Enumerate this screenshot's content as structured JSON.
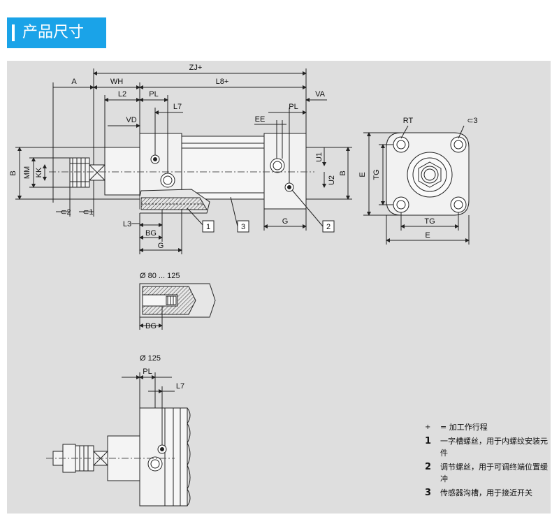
{
  "header": {
    "title": "产品尺寸"
  },
  "labels": {
    "zj": "ZJ+",
    "a": "A",
    "wh": "WH",
    "l8": "L8+",
    "l2": "L2",
    "pl": "PL",
    "l7": "L7",
    "vd": "VD",
    "va": "VA",
    "ee": "EE",
    "pl2": "PL",
    "b": "B",
    "mm": "MM",
    "kk": "KK",
    "u1": "U1",
    "u2": "U2",
    "b2": "B",
    "c2": "⊂2",
    "c1": "⊂1",
    "l3": "L3",
    "bg": "BG",
    "g": "G",
    "g2": "G",
    "n1": "1",
    "n3": "3",
    "n2": "2",
    "rt": "RT",
    "c3": "⊂3",
    "e": "E",
    "tg": "TG",
    "tg2": "TG",
    "e2": "E",
    "d80": "Ø 80 ... 125",
    "bg2": "BG",
    "d125": "Ø 125",
    "pl3": "PL",
    "l7b": "L7"
  },
  "legend": [
    {
      "key": "+",
      "text": "= 加工作行程"
    },
    {
      "key": "1",
      "text": "一字槽螺丝，用于内螺纹安装元件"
    },
    {
      "key": "2",
      "text": "调节螺丝，用于可调终端位置缓冲"
    },
    {
      "key": "3",
      "text": "传感器沟槽，用于接近开关"
    }
  ],
  "colors": {
    "accent": "#1aa3e8",
    "panel": "#dedede",
    "line": "#222222"
  }
}
